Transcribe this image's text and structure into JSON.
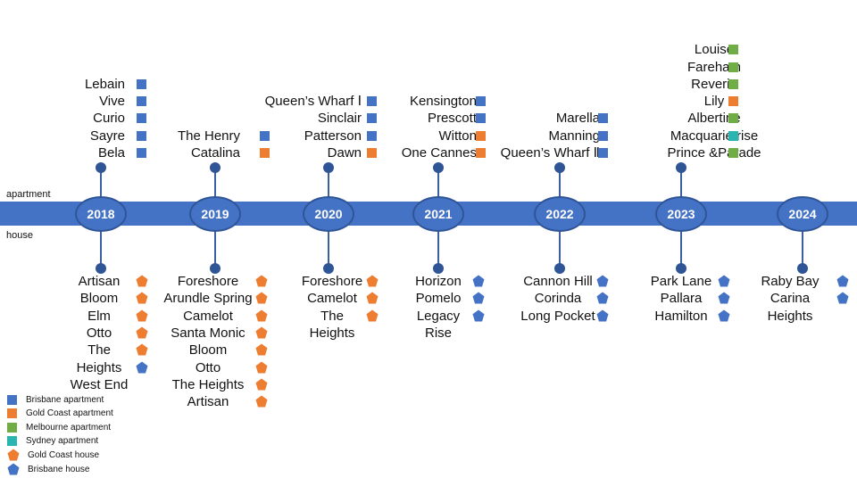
{
  "labels": {
    "apartment": "apartment",
    "house": "house"
  },
  "colors": {
    "band": "#4472c4",
    "brisbane_apartment": "#4472c4",
    "gold_coast_apartment": "#ed7d31",
    "melbourne_apartment": "#70ad47",
    "sydney_apartment": "#2bb5b0",
    "gold_coast_house": "#ed7d31",
    "brisbane_house": "#4472c4"
  },
  "years": [
    {
      "year": "2018",
      "apartments": [
        {
          "name": "Lebain",
          "type": "brisbane_apartment"
        },
        {
          "name": "Vive",
          "type": "brisbane_apartment"
        },
        {
          "name": "Curio",
          "type": "brisbane_apartment"
        },
        {
          "name": "Sayre",
          "type": "brisbane_apartment"
        },
        {
          "name": "Bela",
          "type": "brisbane_apartment"
        }
      ],
      "houses": [
        {
          "name": "Artisan",
          "type": "gold_coast_house"
        },
        {
          "name": "Bloom",
          "type": "gold_coast_house"
        },
        {
          "name": "Elm",
          "type": "gold_coast_house"
        },
        {
          "name": "Otto",
          "type": "gold_coast_house"
        },
        {
          "name": "The",
          "type": "gold_coast_house"
        },
        {
          "name": "Heights",
          "type": "brisbane_house"
        },
        {
          "name": "West End",
          "type": ""
        }
      ]
    },
    {
      "year": "2019",
      "apartments": [
        {
          "name": "The Henry",
          "type": "brisbane_apartment"
        },
        {
          "name": "Catalina",
          "type": "gold_coast_apartment"
        }
      ],
      "houses": [
        {
          "name": "Foreshore",
          "type": "gold_coast_house"
        },
        {
          "name": "Arundle Spring",
          "type": "gold_coast_house"
        },
        {
          "name": "Camelot",
          "type": "gold_coast_house"
        },
        {
          "name": "Santa Monic",
          "type": "gold_coast_house"
        },
        {
          "name": "Bloom",
          "type": "gold_coast_house"
        },
        {
          "name": "Otto",
          "type": "gold_coast_house"
        },
        {
          "name": "The Heights",
          "type": "gold_coast_house"
        },
        {
          "name": "Artisan",
          "type": "gold_coast_house"
        }
      ]
    },
    {
      "year": "2020",
      "apartments": [
        {
          "name": "Queen’s Wharf Ⅰ",
          "type": "brisbane_apartment"
        },
        {
          "name": "Sinclair",
          "type": "brisbane_apartment"
        },
        {
          "name": "Patterson",
          "type": "brisbane_apartment"
        },
        {
          "name": "Dawn",
          "type": "gold_coast_apartment"
        }
      ],
      "houses": [
        {
          "name": "Foreshore",
          "type": "gold_coast_house"
        },
        {
          "name": "Camelot",
          "type": "gold_coast_house"
        },
        {
          "name": "The",
          "type": "gold_coast_house"
        },
        {
          "name": "Heights",
          "type": ""
        }
      ]
    },
    {
      "year": "2021",
      "apartments": [
        {
          "name": "Kensington",
          "type": "brisbane_apartment"
        },
        {
          "name": "Prescott",
          "type": "brisbane_apartment"
        },
        {
          "name": "Witton",
          "type": "gold_coast_apartment"
        },
        {
          "name": "One Cannes",
          "type": "gold_coast_apartment"
        }
      ],
      "houses": [
        {
          "name": "Horizon",
          "type": "brisbane_house"
        },
        {
          "name": "Pomelo",
          "type": "brisbane_house"
        },
        {
          "name": "Legacy",
          "type": "brisbane_house"
        },
        {
          "name": "Rise",
          "type": ""
        }
      ]
    },
    {
      "year": "2022",
      "apartments": [
        {
          "name": "Marella",
          "type": "brisbane_apartment"
        },
        {
          "name": "Manning",
          "type": "brisbane_apartment"
        },
        {
          "name": "Queen’s Wharf Ⅱ",
          "type": "brisbane_apartment"
        }
      ],
      "houses": [
        {
          "name": "Cannon Hill",
          "type": "brisbane_house"
        },
        {
          "name": "Corinda",
          "type": "brisbane_house"
        },
        {
          "name": "Long Pocket",
          "type": "brisbane_house"
        }
      ]
    },
    {
      "year": "2023",
      "apartments": [
        {
          "name": "Louise",
          "type": "melbourne_apartment"
        },
        {
          "name": "Fareham",
          "type": "melbourne_apartment"
        },
        {
          "name": "Reverie",
          "type": "melbourne_apartment"
        },
        {
          "name": "Lily",
          "type": "gold_coast_apartment"
        },
        {
          "name": "Albertine",
          "type": "melbourne_apartment"
        },
        {
          "name": "Macquarie rise",
          "type": "sydney_apartment"
        },
        {
          "name": "Prince &Parade",
          "type": "melbourne_apartment"
        }
      ],
      "houses": [
        {
          "name": "Park Lane",
          "type": "brisbane_house"
        },
        {
          "name": "Pallara",
          "type": "brisbane_house"
        },
        {
          "name": "Hamilton",
          "type": "brisbane_house"
        }
      ]
    },
    {
      "year": "2024",
      "apartments": [],
      "houses": [
        {
          "name": "Raby Bay",
          "type": "brisbane_house"
        },
        {
          "name": "Carina",
          "type": "brisbane_house"
        },
        {
          "name": "Heights",
          "type": ""
        }
      ]
    }
  ],
  "legend": [
    {
      "label": "Brisbane apartment",
      "type": "brisbane_apartment",
      "shape": "square"
    },
    {
      "label": "Gold Coast apartment",
      "type": "gold_coast_apartment",
      "shape": "square"
    },
    {
      "label": "Melbourne apartment",
      "type": "melbourne_apartment",
      "shape": "square"
    },
    {
      "label": "Sydney apartment",
      "type": "sydney_apartment",
      "shape": "square"
    },
    {
      "label": "Gold Coast house",
      "type": "gold_coast_house",
      "shape": "pentagon"
    },
    {
      "label": "Brisbane house",
      "type": "brisbane_house",
      "shape": "pentagon"
    }
  ]
}
